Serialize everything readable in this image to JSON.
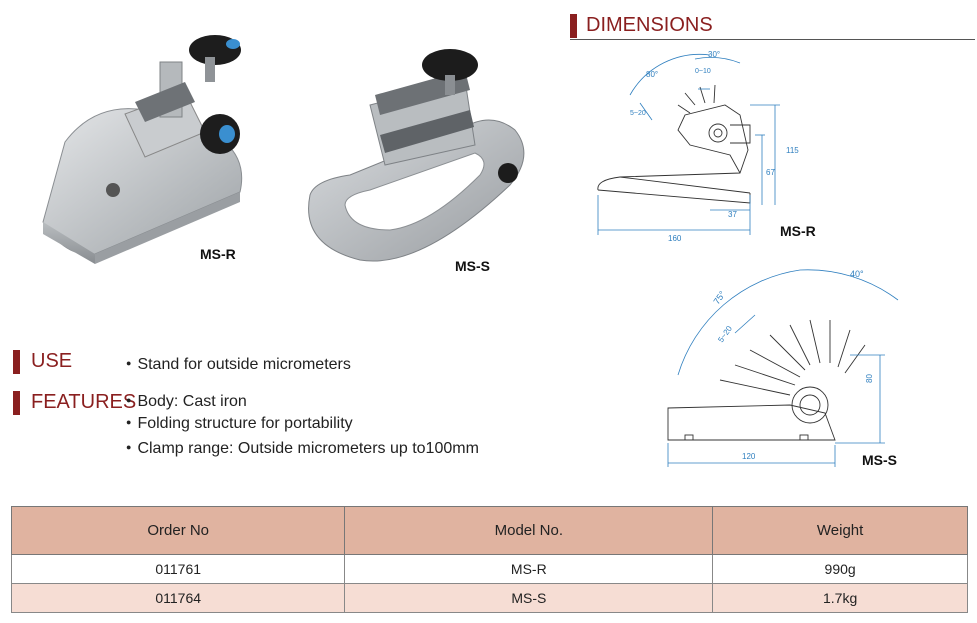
{
  "products": {
    "msr_label": "MS-R",
    "mss_label": "MS-S"
  },
  "dimensions": {
    "title": "DIMENSIONS",
    "msr": {
      "label": "MS-R",
      "angle_top": "30°",
      "angle_left": "80°",
      "range_top": "0~10",
      "range_left": "5~20",
      "height_total": "115",
      "height_inner": "67",
      "depth": "37",
      "length": "160"
    },
    "mss": {
      "label": "MS-S",
      "angle_right": "40°",
      "angle_left": "75°",
      "range": "5~20",
      "height": "80",
      "length": "120"
    }
  },
  "use": {
    "title": "USE",
    "items": [
      "Stand for outside micrometers"
    ]
  },
  "features": {
    "title": "FEATURES",
    "items": [
      "Body: Cast iron",
      "Folding structure for portability",
      "Clamp range: Outside micrometers up to100mm"
    ]
  },
  "table": {
    "headers": [
      "Order No",
      "Model No.",
      "Weight"
    ],
    "rows": [
      [
        "011761",
        "MS-R",
        "990g"
      ],
      [
        "011764",
        "MS-S",
        "1.7kg"
      ]
    ]
  }
}
